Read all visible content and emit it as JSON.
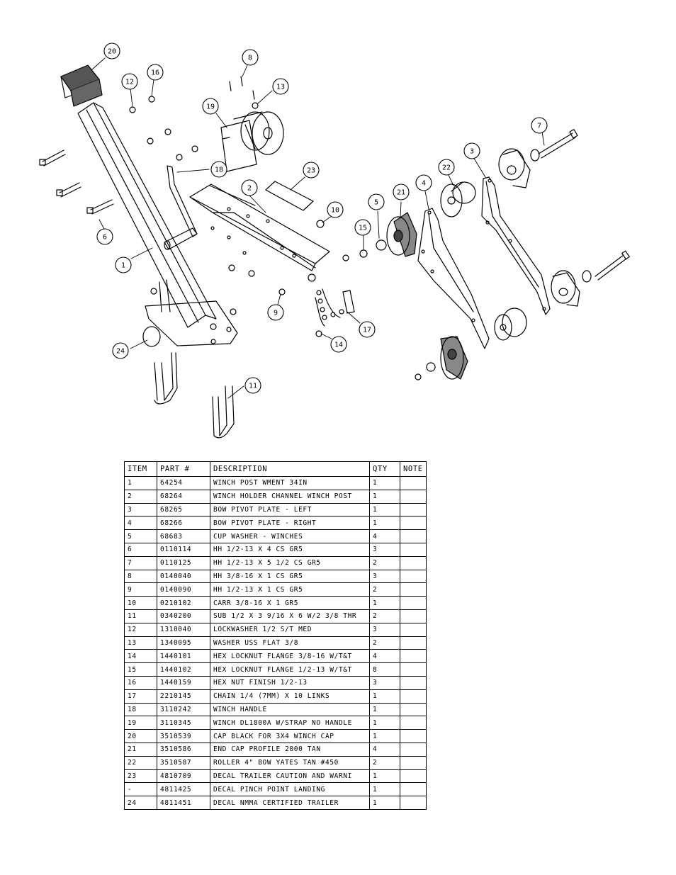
{
  "balloons": [
    "20",
    "12",
    "16",
    "8",
    "13",
    "19",
    "18",
    "23",
    "2",
    "10",
    "7",
    "3",
    "22",
    "4",
    "21",
    "5",
    "15",
    "6",
    "1",
    "9",
    "17",
    "14",
    "24",
    "11"
  ],
  "table": {
    "headers": [
      "ITEM",
      "PART #",
      "DESCRIPTION",
      "QTY",
      "NOTE"
    ],
    "rows": [
      [
        "1",
        "64254",
        "WINCH POST WMENT  34IN",
        "1",
        ""
      ],
      [
        "2",
        "68264",
        "WINCH HOLDER CHANNEL WINCH POST",
        "1",
        ""
      ],
      [
        "3",
        "68265",
        "BOW PIVOT PLATE - LEFT",
        "1",
        ""
      ],
      [
        "4",
        "68266",
        "BOW PIVOT PLATE - RIGHT",
        "1",
        ""
      ],
      [
        "5",
        "68683",
        "CUP WASHER - WINCHES",
        "4",
        ""
      ],
      [
        "6",
        "0110114",
        "HH 1/2-13 X 4 CS GR5",
        "3",
        ""
      ],
      [
        "7",
        "0110125",
        "HH 1/2-13 X 5 1/2 CS GR5",
        "2",
        ""
      ],
      [
        "8",
        "0140040",
        "HH 3/8-16 X 1 CS GR5",
        "3",
        ""
      ],
      [
        "9",
        "0140090",
        "HH 1/2-13 X 1 CS GR5",
        "2",
        ""
      ],
      [
        "10",
        "0210102",
        "CARR 3/8-16 X 1 GR5",
        "1",
        ""
      ],
      [
        "11",
        "0340200",
        "SUB 1/2 X 3 9/16 X 6 W/2 3/8 THR",
        "2",
        ""
      ],
      [
        "12",
        "1310040",
        "LOCKWASHER 1/2 S/T MED",
        "3",
        ""
      ],
      [
        "13",
        "1340095",
        "WASHER USS FLAT 3/8",
        "2",
        ""
      ],
      [
        "14",
        "1440101",
        "HEX LOCKNUT FLANGE 3/8-16 W/T&T",
        "4",
        ""
      ],
      [
        "15",
        "1440102",
        "HEX LOCKNUT FLANGE 1/2-13 W/T&T",
        "8",
        ""
      ],
      [
        "16",
        "1440159",
        "HEX NUT FINISH 1/2-13",
        "3",
        ""
      ],
      [
        "17",
        "2210145",
        "CHAIN 1/4 (7MM) X 10 LINKS",
        "1",
        ""
      ],
      [
        "18",
        "3110242",
        "WINCH HANDLE",
        "1",
        ""
      ],
      [
        "19",
        "3110345",
        "WINCH DL1800A W/STRAP  NO HANDLE",
        "1",
        ""
      ],
      [
        "20",
        "3510539",
        "CAP BLACK FOR 3X4 WINCH CAP",
        "1",
        ""
      ],
      [
        "21",
        "3510586",
        "END CAP PROFILE 2000 TAN",
        "4",
        ""
      ],
      [
        "22",
        "3510587",
        "ROLLER 4\" BOW YATES TAN #450",
        "2",
        ""
      ],
      [
        "23",
        "4810709",
        "DECAL TRAILER CAUTION AND WARNI",
        "1",
        ""
      ],
      [
        "-",
        "4811425",
        "DECAL PINCH POINT LANDING",
        "1",
        ""
      ],
      [
        "24",
        "4811451",
        " DECAL NMMA CERTIFIED TRAILER",
        "1",
        ""
      ]
    ]
  }
}
